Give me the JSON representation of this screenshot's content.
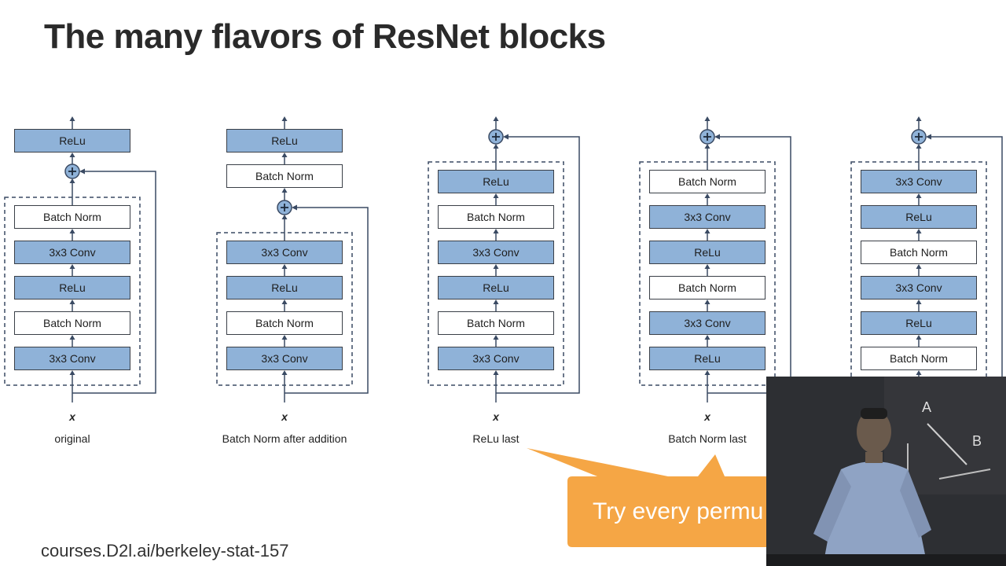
{
  "slide": {
    "title": "The many flavors of ResNet blocks",
    "source": "courses.D2l.ai/berkeley-stat-157"
  },
  "colors": {
    "blue_block": "#8fb2d8",
    "white_block": "#ffffff",
    "callout": "#f5a645",
    "line": "#3a4a63"
  },
  "diagrams": [
    {
      "caption": "original",
      "input_label": "x",
      "outside_blocks": [
        "ReLu"
      ],
      "inside_blocks": [
        "Batch Norm",
        "3x3 Conv",
        "ReLu",
        "Batch Norm",
        "3x3 Conv"
      ]
    },
    {
      "caption": "Batch Norm after addition",
      "input_label": "x",
      "outside_blocks": [
        "ReLu",
        "Batch Norm"
      ],
      "inside_blocks": [
        "3x3 Conv",
        "ReLu",
        "Batch Norm",
        "3x3 Conv"
      ]
    },
    {
      "caption": "ReLu last",
      "input_label": "x",
      "outside_blocks": [],
      "inside_blocks": [
        "ReLu",
        "Batch Norm",
        "3x3 Conv",
        "ReLu",
        "Batch Norm",
        "3x3 Conv"
      ]
    },
    {
      "caption": "Batch Norm last",
      "input_label": "x",
      "outside_blocks": [],
      "inside_blocks": [
        "Batch Norm",
        "3x3 Conv",
        "ReLu",
        "Batch Norm",
        "3x3 Conv",
        "ReLu"
      ]
    },
    {
      "caption": "",
      "input_label": "",
      "outside_blocks": [],
      "inside_blocks": [
        "3x3 Conv",
        "ReLu",
        "Batch Norm",
        "3x3 Conv",
        "ReLu",
        "Batch Norm"
      ]
    }
  ],
  "callout": {
    "text": "Try every permu"
  },
  "video": {
    "board_marks": [
      "A",
      "B"
    ]
  }
}
